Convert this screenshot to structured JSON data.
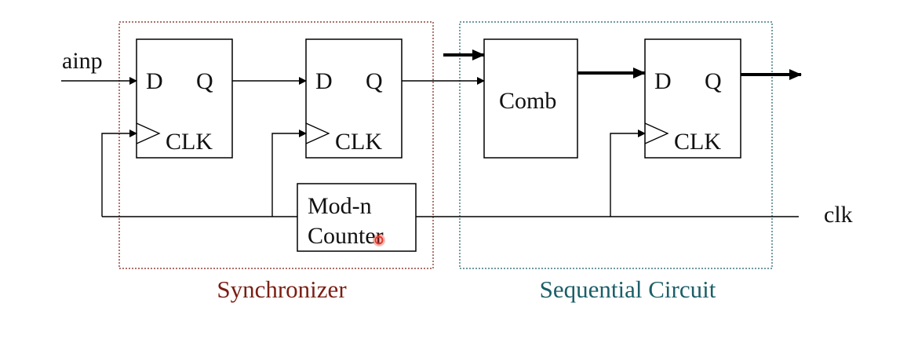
{
  "signals": {
    "input": "ainp",
    "clock": "clk"
  },
  "flipflops": [
    {
      "d": "D",
      "q": "Q",
      "clk": "CLK"
    },
    {
      "d": "D",
      "q": "Q",
      "clk": "CLK"
    },
    {
      "d": "D",
      "q": "Q",
      "clk": "CLK"
    }
  ],
  "comb_block": {
    "label": "Comb"
  },
  "counter_block": {
    "line1": "Mod-n",
    "line2": "Counter"
  },
  "regions": {
    "synchronizer": {
      "label": "Synchronizer",
      "color": "#7a1e14"
    },
    "sequential": {
      "label": "Sequential Circuit",
      "color": "#1a5e68"
    }
  },
  "cursor": {
    "color": "#e8392c"
  }
}
